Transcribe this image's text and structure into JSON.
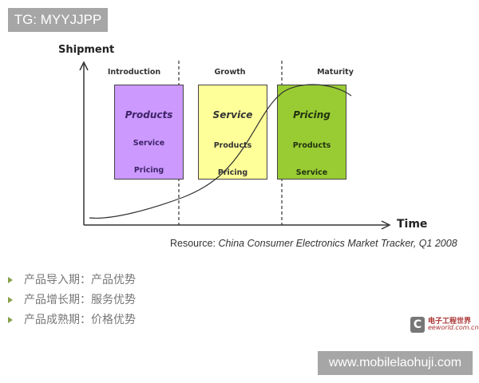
{
  "watermark_top": "TG: MYYJJPP",
  "watermark_bottom": "www.mobilelaohuji.com",
  "diagram": {
    "y_axis_label": "Shipment",
    "x_axis_label": "Time",
    "phases": [
      {
        "label": "Introduction",
        "color": "#cc99ff",
        "main": "Products",
        "items": [
          "Service",
          "Pricing"
        ]
      },
      {
        "label": "Growth",
        "color": "#ffff99",
        "main": "Service",
        "items": [
          "Products",
          "Pricing"
        ]
      },
      {
        "label": "Maturity",
        "color": "#99cc33",
        "main": "Pricing",
        "items": [
          "Products",
          "Service"
        ]
      }
    ],
    "source_prefix": "Resource: ",
    "source_title": "China Consumer Electronics Market Tracker, Q1 2008"
  },
  "bullets": [
    "产品导入期：产品优势",
    "产品增长期：服务优势",
    "产品成熟期：价格优势"
  ],
  "logo": {
    "cn": "电子工程世界",
    "en": "eeworld.com.cn"
  }
}
